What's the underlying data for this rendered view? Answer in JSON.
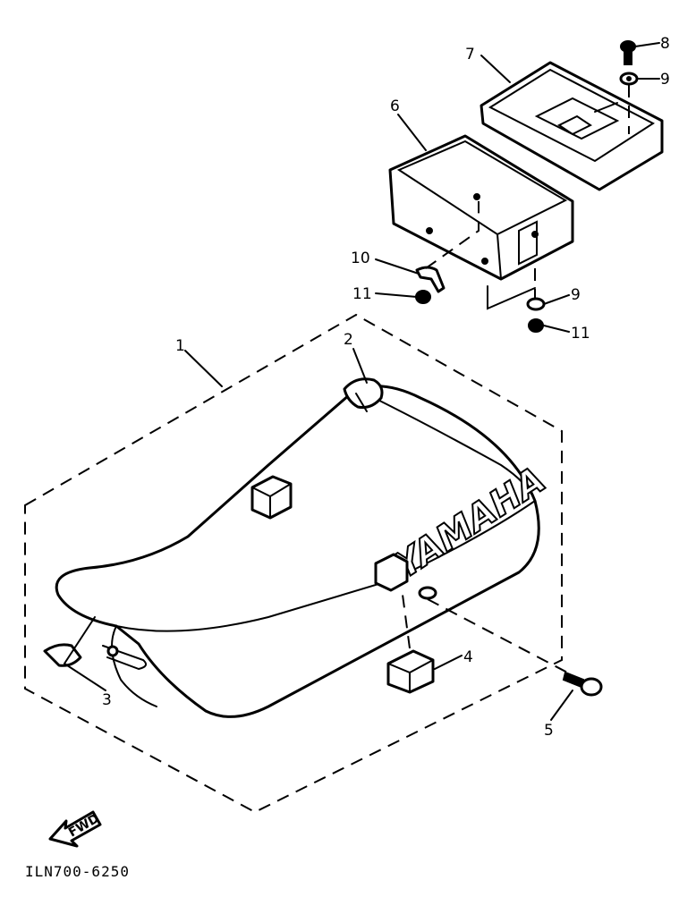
{
  "diagram": {
    "brand_text": "YAMAHA",
    "direction_label": "FWD",
    "reference_code": "ILN700-6250",
    "callouts": [
      {
        "id": "1",
        "label": "1"
      },
      {
        "id": "2",
        "label": "2"
      },
      {
        "id": "3",
        "label": "3"
      },
      {
        "id": "4",
        "label": "4"
      },
      {
        "id": "5",
        "label": "5"
      },
      {
        "id": "6",
        "label": "6"
      },
      {
        "id": "7",
        "label": "7"
      },
      {
        "id": "8",
        "label": "8"
      },
      {
        "id": "9a",
        "label": "9"
      },
      {
        "id": "9b",
        "label": "9"
      },
      {
        "id": "10",
        "label": "10"
      },
      {
        "id": "11a",
        "label": "11"
      },
      {
        "id": "11b",
        "label": "11"
      }
    ]
  }
}
